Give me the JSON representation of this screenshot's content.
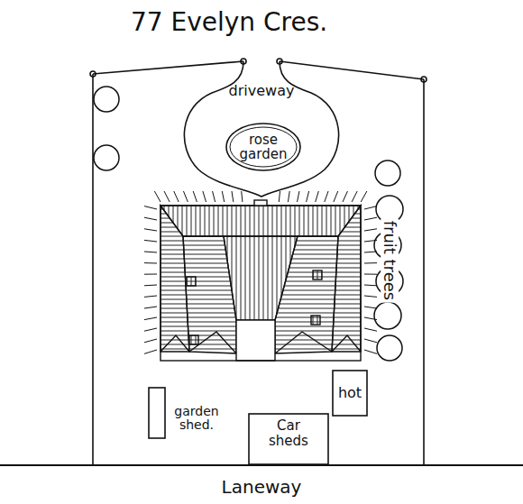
{
  "diagram": {
    "title": "77 Evelyn Cres.",
    "nodes": [
      {
        "text": [
          "driveway"
        ]
      },
      {
        "text": [
          "rose garden"
        ],
        "in": 0
      },
      {
        "text": [
          "hot"
        ]
      },
      {
        "text": [
          "garden shed."
        ]
      },
      {
        "text": [
          "Car sheds"
        ]
      }
    ],
    "edges": [],
    "labels": [
      "fruit trees",
      "Laneway"
    ]
  }
}
